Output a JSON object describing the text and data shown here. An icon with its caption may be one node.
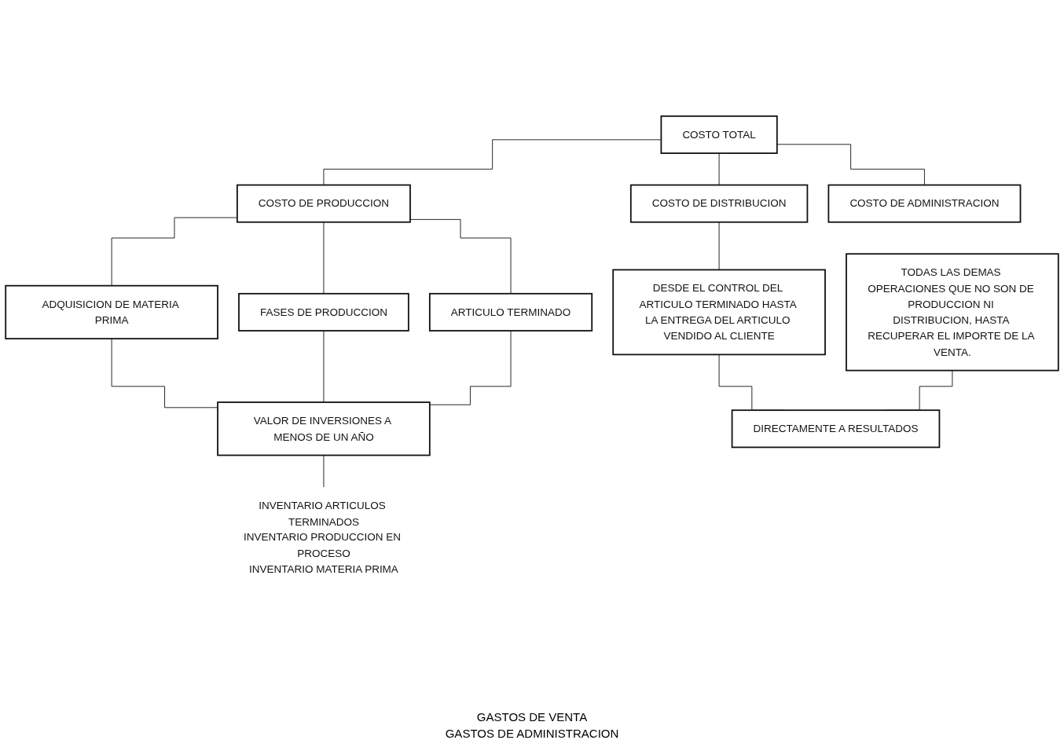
{
  "diagram": {
    "nodes": [
      {
        "text": [
          "COSTO TOTAL"
        ]
      },
      {
        "text": [
          "COSTO DE PRODUCCION"
        ]
      },
      {
        "text": [
          "COSTO DE DISTRIBUCION"
        ]
      },
      {
        "text": [
          "COSTO DE ADMINISTRACION"
        ]
      },
      {
        "text": [
          "ADQUISICION DE MATERIA PRIMA"
        ]
      },
      {
        "text": [
          "FASES DE PRODUCCION"
        ]
      },
      {
        "text": [
          "ARTICULO TERMINADO"
        ]
      },
      {
        "text": [
          "DESDE EL CONTROL DEL ARTICULO TERMINADO HASTA LA ENTREGA DEL ARTICULO VENDIDO AL CLIENTE"
        ]
      },
      {
        "text": [
          "TODAS LAS DEMAS OPERACIONES QUE NO SON DE PRODUCCION NI DISTRIBUCION, HASTA RECUPERAR EL IMPORTE DE LA VENTA."
        ]
      },
      {
        "text": [
          "VALOR DE INVERSIONES A MENOS DE UN AÑO"
        ]
      },
      {
        "text": [
          "DIRECTAMENTE A RESULTADOS"
        ]
      },
      {
        "text": [
          "INVENTARIO ARTICULOS TERMINADOS",
          "INVENTARIO PRODUCCION EN PROCESO",
          "INVENTARIO MATERIA PRIMA"
        ]
      }
    ],
    "edges": [
      {
        "from": 0,
        "to": 1,
        "arrow": "none"
      },
      {
        "from": 0,
        "to": 2,
        "arrow": "none"
      },
      {
        "from": 0,
        "to": 3,
        "arrow": "none"
      },
      {
        "from": 1,
        "to": 4,
        "arrow": "none"
      },
      {
        "from": 1,
        "to": 5,
        "arrow": "none"
      },
      {
        "from": 1,
        "to": 6,
        "arrow": "none"
      },
      {
        "from": 2,
        "to": 7,
        "arrow": "none"
      },
      {
        "from": 4,
        "to": 9,
        "arrow": "none"
      },
      {
        "from": 5,
        "to": 9,
        "arrow": "none"
      },
      {
        "from": 6,
        "to": 9,
        "arrow": "none"
      },
      {
        "from": 7,
        "to": 10,
        "arrow": "none"
      },
      {
        "from": 8,
        "to": 10,
        "arrow": "none"
      },
      {
        "from": 9,
        "to": 11,
        "arrow": "none"
      }
    ],
    "labels": [
      "GASTOS DE VENTA",
      "GASTOS DE ADMINISTRACION"
    ]
  }
}
